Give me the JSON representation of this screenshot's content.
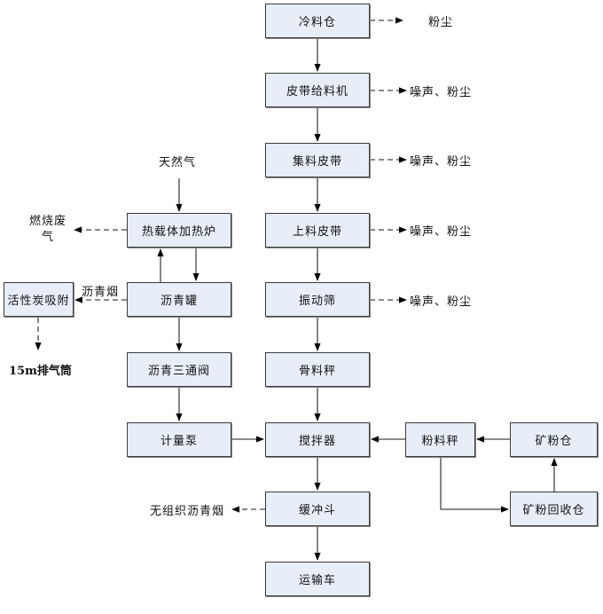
{
  "diagram": {
    "type": "process-flowchart",
    "nodes": {
      "cold_bin": "冷料仓",
      "belt_feeder": "皮带给料机",
      "collect_belt": "集料皮带",
      "loading_belt": "上料皮带",
      "vibrating_screen": "振动筛",
      "aggregate_scale": "骨料秤",
      "mixer": "搅拌器",
      "buffer_hopper": "缓冲斗",
      "transport_truck": "运输车",
      "heat_carrier_furnace": "热载体加热炉",
      "asphalt_tank": "沥青罐",
      "asphalt_three_way_valve": "沥青三通阀",
      "metering_pump": "计量泵",
      "activated_carbon": "活性炭吸附",
      "powder_scale": "粉料秤",
      "mineral_powder_bin": "矿粉仓",
      "powder_recovery_bin": "矿粉回收仓"
    },
    "labels": {
      "dust": "粉尘",
      "noise_dust": "噪声、粉尘",
      "natural_gas": "天然气",
      "combustion_exhaust": "燃烧废气",
      "asphalt_fume": "沥青烟",
      "stack": "15m排气筒",
      "fugitive_fume": "无组织沥青烟"
    },
    "edges": [
      {
        "from": "cold_bin",
        "to": "belt_feeder",
        "style": "solid"
      },
      {
        "from": "belt_feeder",
        "to": "collect_belt",
        "style": "solid"
      },
      {
        "from": "collect_belt",
        "to": "loading_belt",
        "style": "solid"
      },
      {
        "from": "loading_belt",
        "to": "vibrating_screen",
        "style": "solid"
      },
      {
        "from": "vibrating_screen",
        "to": "aggregate_scale",
        "style": "solid"
      },
      {
        "from": "aggregate_scale",
        "to": "mixer",
        "style": "solid"
      },
      {
        "from": "mixer",
        "to": "buffer_hopper",
        "style": "solid"
      },
      {
        "from": "buffer_hopper",
        "to": "transport_truck",
        "style": "solid"
      },
      {
        "from": "natural_gas",
        "to": "heat_carrier_furnace",
        "style": "solid"
      },
      {
        "from": "heat_carrier_furnace",
        "to": "asphalt_tank",
        "style": "solid"
      },
      {
        "from": "asphalt_tank",
        "to": "heat_carrier_furnace",
        "style": "solid"
      },
      {
        "from": "asphalt_tank",
        "to": "asphalt_three_way_valve",
        "style": "solid"
      },
      {
        "from": "asphalt_three_way_valve",
        "to": "metering_pump",
        "style": "solid"
      },
      {
        "from": "metering_pump",
        "to": "mixer",
        "style": "solid"
      },
      {
        "from": "powder_scale",
        "to": "mixer",
        "style": "solid"
      },
      {
        "from": "mineral_powder_bin",
        "to": "powder_scale",
        "style": "solid"
      },
      {
        "from": "powder_scale",
        "to": "powder_recovery_bin",
        "style": "solid"
      },
      {
        "from": "powder_recovery_bin",
        "to": "mineral_powder_bin",
        "style": "solid"
      },
      {
        "from": "cold_bin",
        "to": "dust",
        "style": "dashed"
      },
      {
        "from": "belt_feeder",
        "to": "noise_dust",
        "style": "dashed"
      },
      {
        "from": "collect_belt",
        "to": "noise_dust",
        "style": "dashed"
      },
      {
        "from": "loading_belt",
        "to": "noise_dust",
        "style": "dashed"
      },
      {
        "from": "vibrating_screen",
        "to": "noise_dust",
        "style": "dashed"
      },
      {
        "from": "heat_carrier_furnace",
        "to": "combustion_exhaust",
        "style": "dashed"
      },
      {
        "from": "asphalt_tank",
        "to": "activated_carbon",
        "style": "dashed",
        "label": "沥青烟"
      },
      {
        "from": "activated_carbon",
        "to": "stack",
        "style": "dashed"
      },
      {
        "from": "buffer_hopper",
        "to": "fugitive_fume",
        "style": "dashed"
      }
    ]
  }
}
